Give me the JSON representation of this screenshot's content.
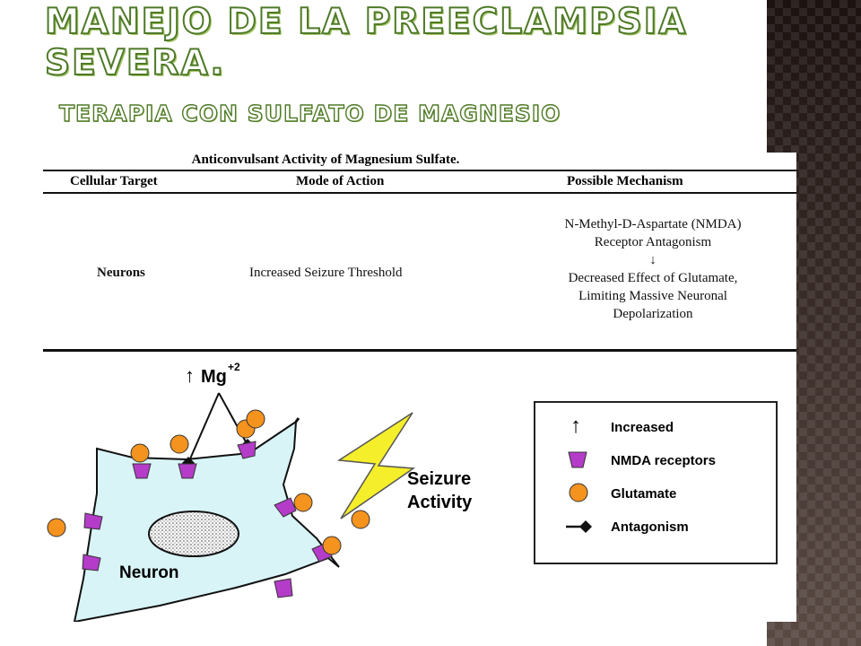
{
  "slide": {
    "title": "Manejo de la Preeclampsia Severa.",
    "subtitle": "Terapia con Sulfato de Magnesio"
  },
  "table": {
    "caption": "Anticonvulsant Activity of Magnesium Sulfate.",
    "headers": [
      "Cellular Target",
      "Mode of Action",
      "Possible Mechanism"
    ],
    "row": {
      "target": "Neurons",
      "mode": "Increased Seizure Threshold",
      "mechanism": [
        "N-Methyl-D-Aspartate (NMDA)",
        "Receptor Antagonism",
        "↓",
        "Decreased Effect of Glutamate,",
        "Limiting Massive Neuronal",
        "Depolarization"
      ]
    }
  },
  "diagram": {
    "mg_label": "Mg",
    "mg_superscript": "+2",
    "mg_arrow": "↑",
    "neuron_label": "Neuron",
    "seizure_label_line1": "Seizure",
    "seizure_label_line2": "Activity",
    "legend": [
      {
        "symbol": "↑",
        "label": "Increased"
      },
      {
        "symbol": "nmda-receptor",
        "label": "NMDA receptors"
      },
      {
        "symbol": "glutamate",
        "label": "Glutamate"
      },
      {
        "symbol": "antagonism",
        "label": "Antagonism"
      }
    ],
    "colors": {
      "neuron_fill": "#d8f4f7",
      "receptor_fill": "#b43cc8",
      "glutamate_fill": "#f4931e",
      "bolt_fill": "#f5ee2a",
      "title_stroke": "#4f7a28"
    }
  }
}
